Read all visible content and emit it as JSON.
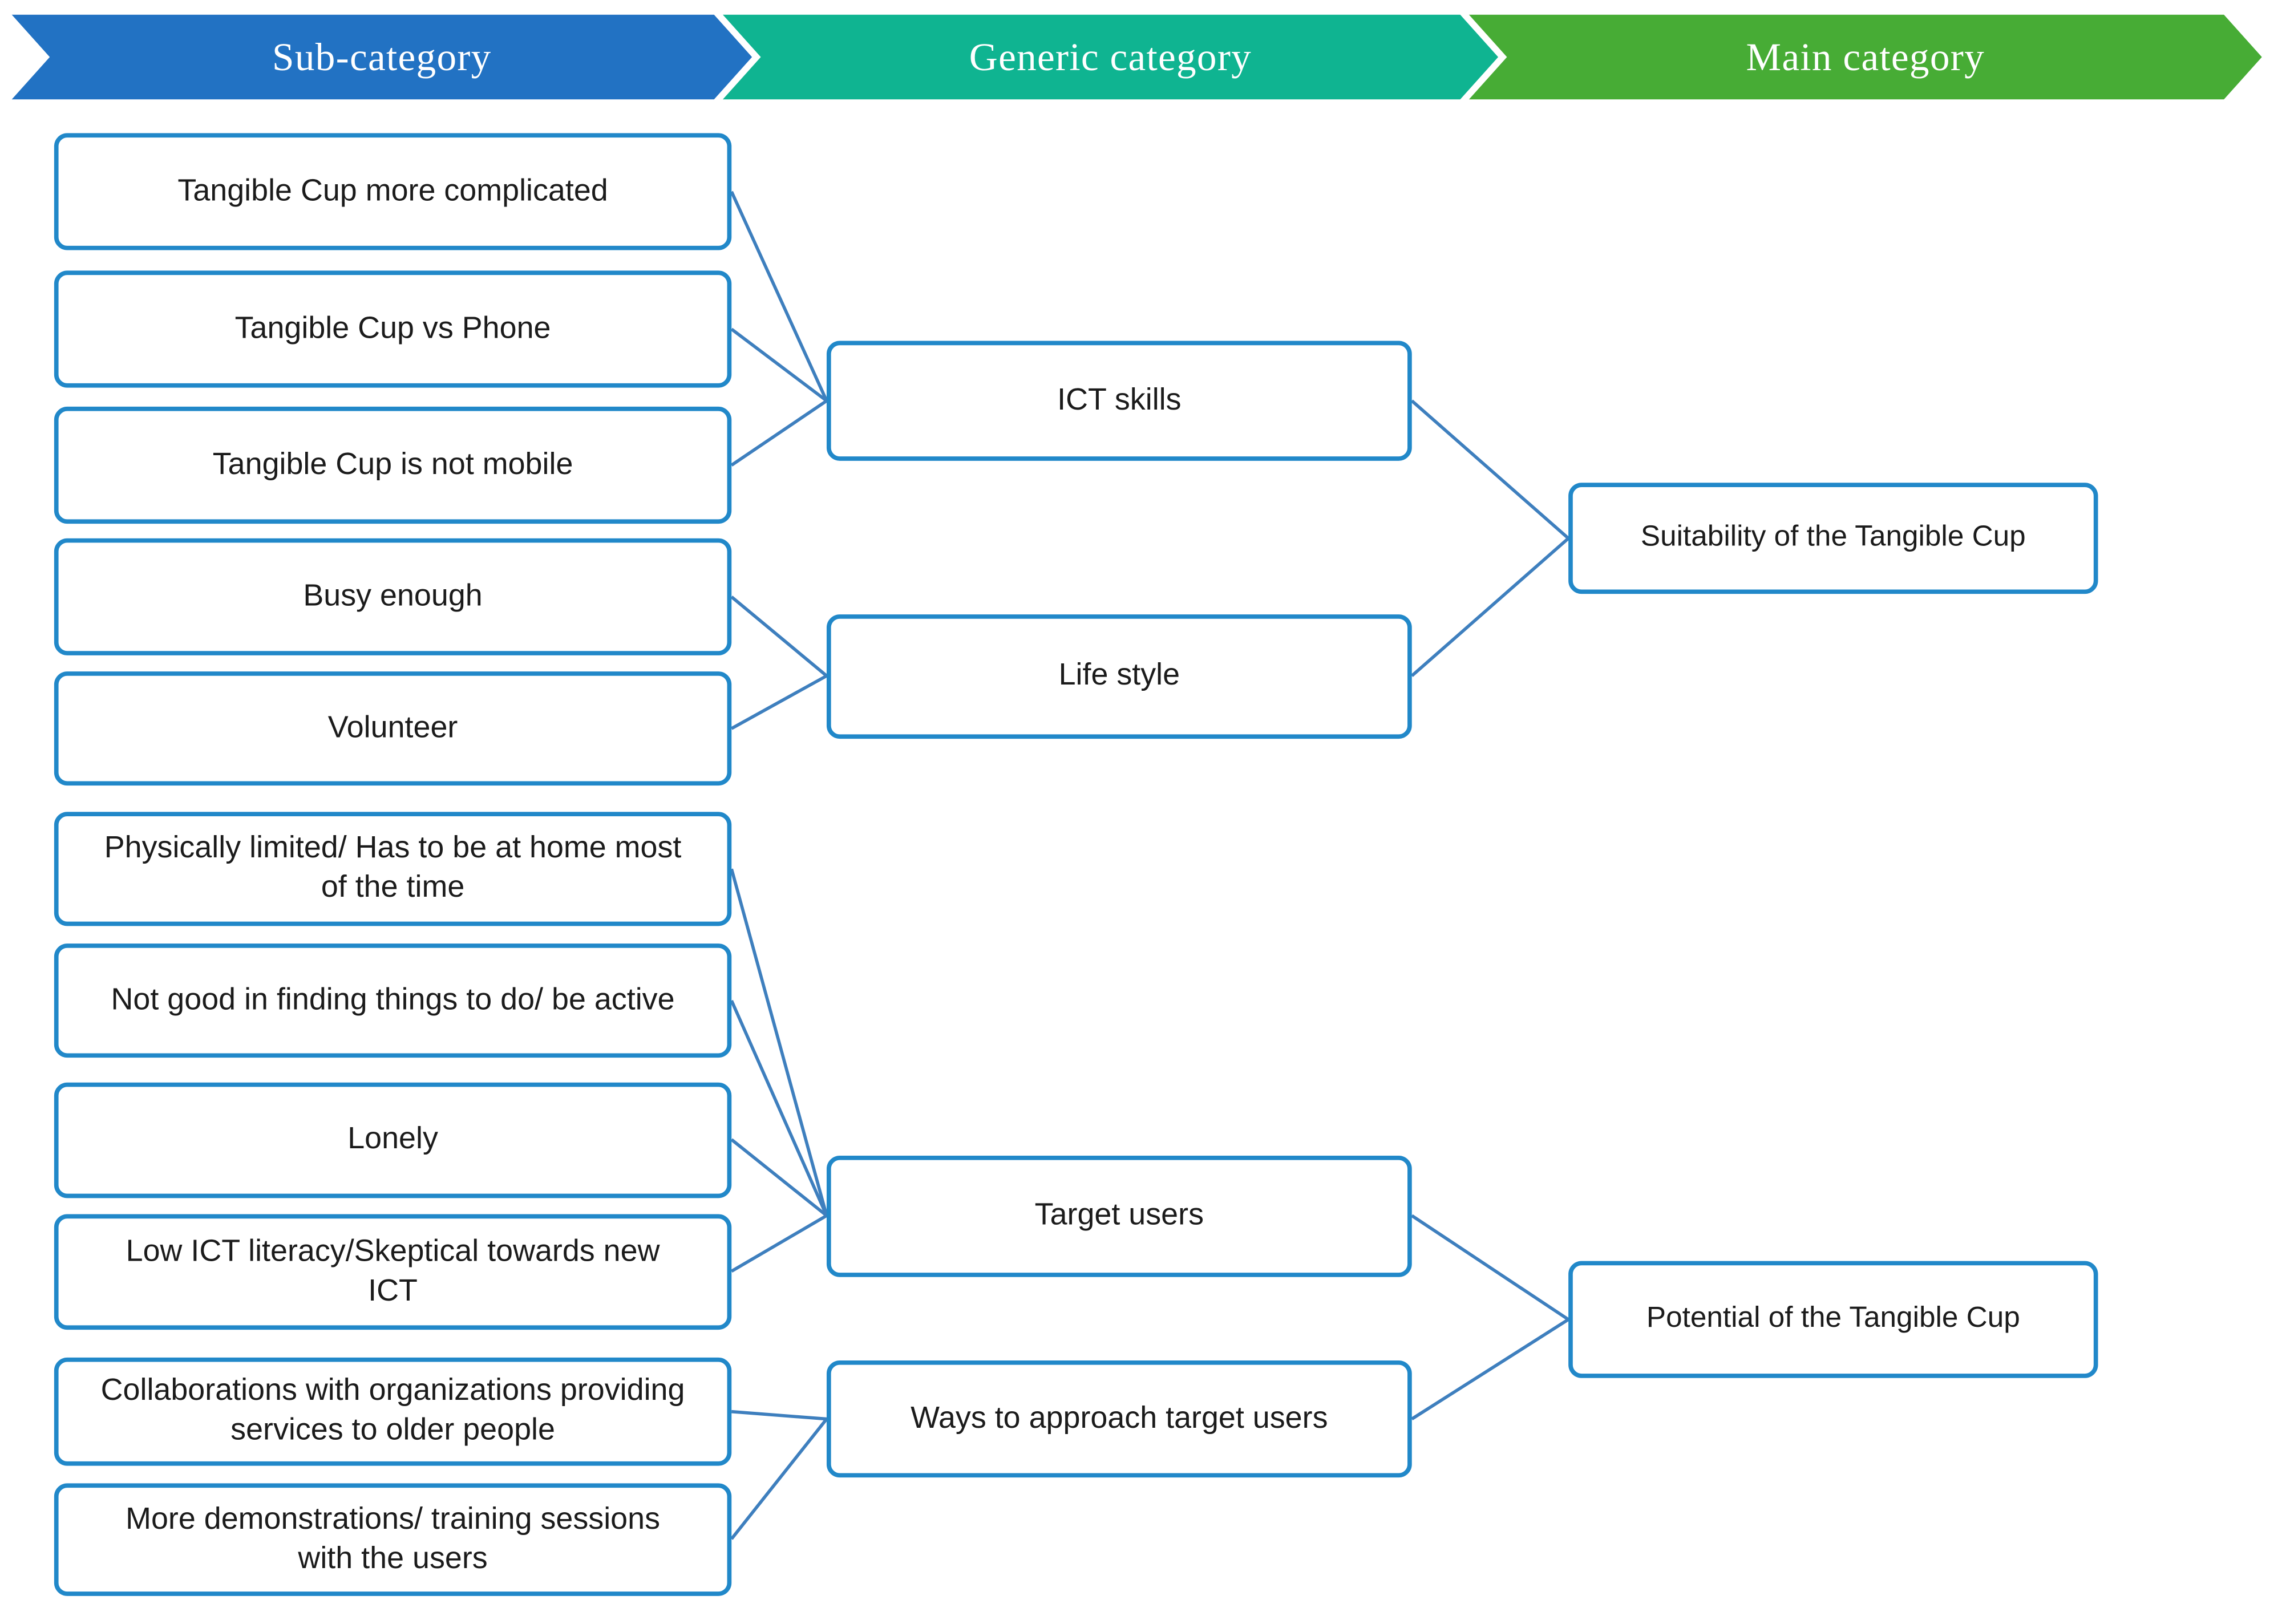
{
  "header": {
    "text_color": "#FFFFFF",
    "columns": [
      {
        "label": "Sub-category",
        "color": "#2272C3"
      },
      {
        "label": "Generic category",
        "color": "#0FB491"
      },
      {
        "label": "Main category",
        "color": "#47AC35"
      }
    ]
  },
  "colors": {
    "box_border": "#2188C9",
    "connector": "#3E7FBE",
    "box_fill": "#FFFFFF",
    "box_text": "#1B1B1B"
  },
  "boxes": {
    "sub_categories": [
      "Tangible Cup more complicated",
      "Tangible Cup vs Phone",
      "Tangible Cup is not mobile",
      "Busy enough",
      "Volunteer",
      "Physically limited/ Has to be at home most of the time",
      "Not good in finding things to do/ be active",
      "Lonely",
      "Low ICT literacy/Skeptical towards new ICT",
      "Collaborations with organizations providing services to older people",
      "More demonstrations/ training sessions with the users"
    ],
    "generic_categories": [
      "ICT skills",
      "Life style",
      "Target users",
      "Ways to approach target users"
    ],
    "main_categories": [
      "Suitability of the Tangible Cup",
      "Potential of the Tangible Cup"
    ]
  },
  "links": [
    {
      "from": "Tangible Cup more complicated",
      "to": "ICT skills"
    },
    {
      "from": "Tangible Cup vs Phone",
      "to": "ICT skills"
    },
    {
      "from": "Tangible Cup is not mobile",
      "to": "ICT skills"
    },
    {
      "from": "Busy enough",
      "to": "Life style"
    },
    {
      "from": "Volunteer",
      "to": "Life style"
    },
    {
      "from": "Physically limited/ Has to be at home most of the time",
      "to": "Target users"
    },
    {
      "from": "Not good in finding things to do/ be active",
      "to": "Target users"
    },
    {
      "from": "Lonely",
      "to": "Target users"
    },
    {
      "from": "Low ICT literacy/Skeptical towards new ICT",
      "to": "Target users"
    },
    {
      "from": "Collaborations with organizations providing services to older people",
      "to": "Ways to approach target users"
    },
    {
      "from": "More demonstrations/ training sessions with the users",
      "to": "Ways to approach target users"
    },
    {
      "from": "ICT skills",
      "to": "Suitability of the Tangible Cup"
    },
    {
      "from": "Life style",
      "to": "Suitability of the Tangible Cup"
    },
    {
      "from": "Target users",
      "to": "Potential of the Tangible Cup"
    },
    {
      "from": "Ways to approach target users",
      "to": "Potential of the Tangible Cup"
    }
  ]
}
